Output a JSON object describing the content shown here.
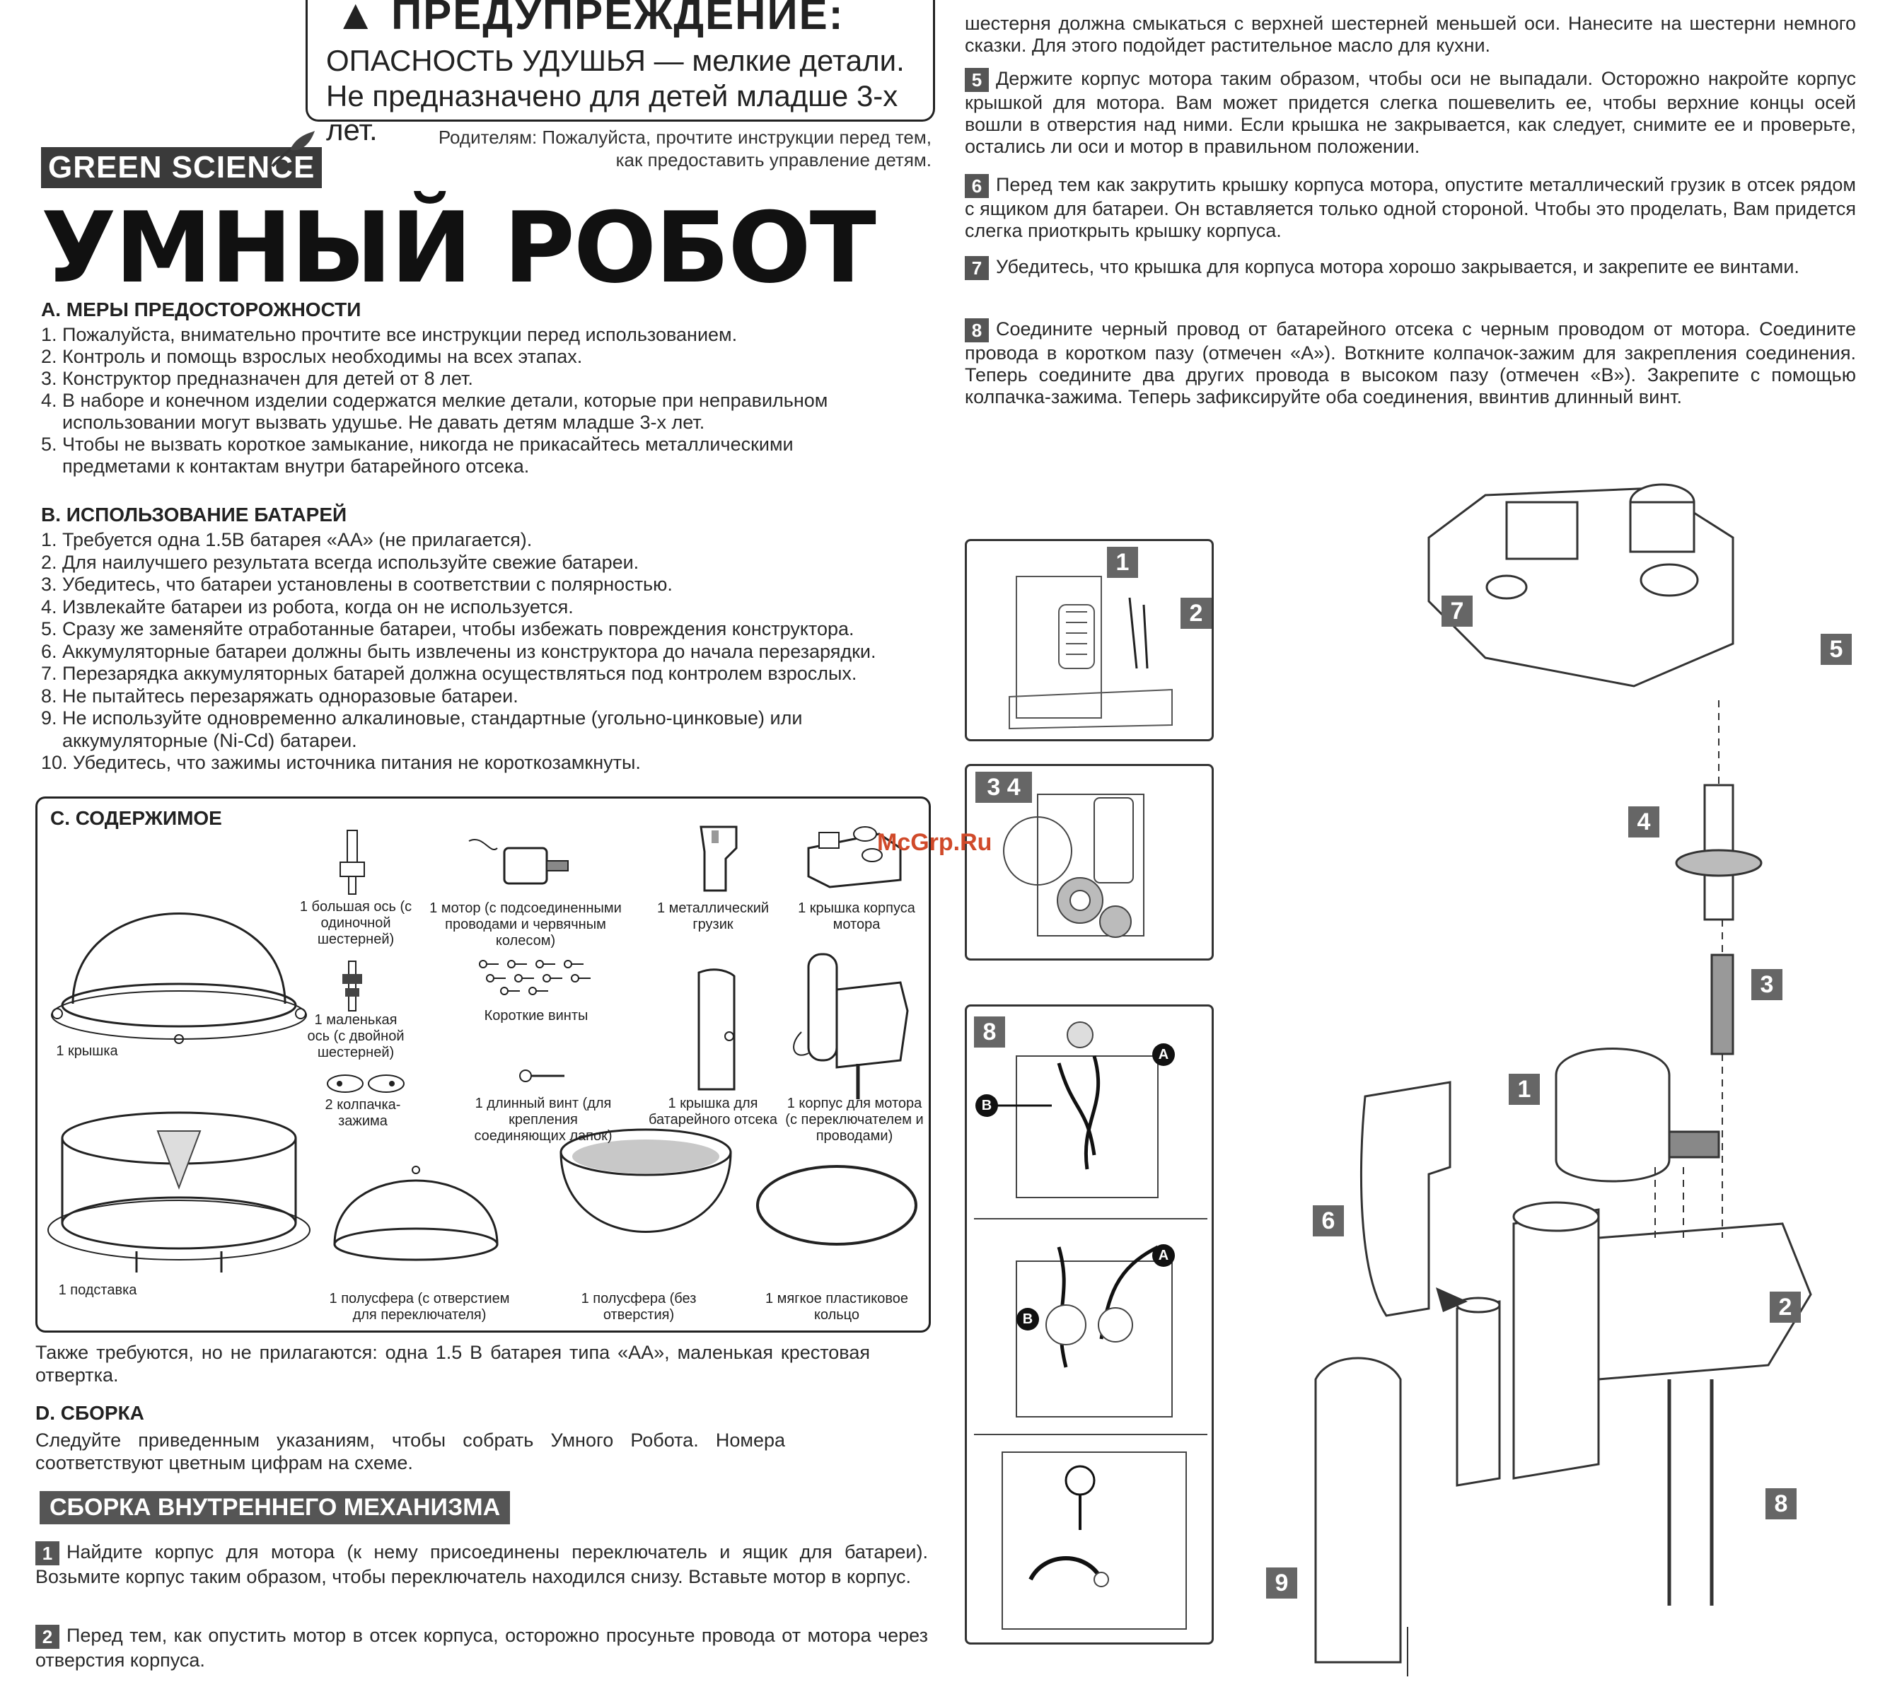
{
  "warning": {
    "title": "ПРЕДУПРЕЖДЕНИЕ:",
    "line1": "ОПАСНОСТЬ УДУШЬЯ — мелкие детали.",
    "line2": "Не предназначено для детей младше 3-х лет."
  },
  "parents_note": {
    "line1": "Родителям: Пожалуйста, прочтите инструкции перед тем,",
    "line2": "как предоставить управление детям."
  },
  "brand": "GREEN SCIENCE",
  "title": "УМНЫЙ РОБОТ",
  "section_a": {
    "heading": "A. МЕРЫ ПРЕДОСТОРОЖНОСТИ",
    "items": [
      "1. Пожалуйста, внимательно прочтите все инструкции перед использованием.",
      "2. Контроль и помощь взрослых необходимы на всех этапах.",
      "3. Конструктор предназначен для детей от 8 лет.",
      "4. В наборе и конечном изделии содержатся мелкие детали, которые при неправильном",
      "    использовании могут вызвать удушье. Не давать детям младше 3-х лет.",
      "5. Чтобы не вызвать короткое замыкание, никогда не прикасайтесь металлическими",
      "    предметами к контактам внутри батарейного отсека."
    ]
  },
  "section_b": {
    "heading": "B. ИСПОЛЬЗОВАНИЕ БАТАРЕЙ",
    "items": [
      "1. Требуется одна 1.5В батарея «АА» (не прилагается).",
      "2. Для наилучшего результата всегда используйте свежие батареи.",
      "3. Убедитесь, что батареи установлены в соответствии с полярностью.",
      "4. Извлекайте батареи из робота, когда он не используется.",
      "5. Сразу же заменяйте отработанные батареи, чтобы избежать повреждения конструктора.",
      "6. Аккумуляторные батареи должны быть извлечены из конструктора до начала перезарядки.",
      "7. Перезарядка аккумуляторных батарей должна осуществляться под контролем взрослых.",
      "8. Не пытайтесь перезаряжать одноразовые батареи.",
      "9. Не используйте одновременно алкалиновые, стандартные (угольно-цинковые) или",
      "    аккумуляторные (Ni-Cd) батареи.",
      "10. Убедитесь, что зажимы источника питания не короткозамкнуты."
    ]
  },
  "section_c": {
    "heading": "C. СОДЕРЖИМОЕ",
    "parts": {
      "lid": "1 крышка",
      "big_axle": "1 большая ось (с одиночной шестерней)",
      "motor": "1 мотор (с подсоединенными проводами и червячным колесом)",
      "weight": "1 металлический грузик",
      "motor_cover": "1 крышка корпуса мотора",
      "small_axle": "1 маленькая ось (с двойной шестерней)",
      "short_screws": "Короткие винты",
      "clips": "2 колпачка-зажима",
      "long_screw": "1 длинный винт (для крепления соединяющих лапок)",
      "battery_cover": "1 крышка для батарейного отсека",
      "motor_housing": "1 корпус для мотора (с переключателем и проводами)",
      "base": "1 подставка",
      "hemisphere_hole": "1 полусфера (с отверстием для переключателя)",
      "hemisphere": "1 полусфера (без отверстия)",
      "ring": "1 мягкое пластиковое кольцо"
    }
  },
  "also_required": "Также требуются, но не прилагаются: одна 1.5 В батарея типа «АА», маленькая крестовая отвертка.",
  "section_d": {
    "heading": "D. СБОРКА",
    "intro": "Следуйте приведенным указаниям, чтобы собрать Умного Робота. Номера соответствуют цветным цифрам на схеме.",
    "band": "СБОРКА ВНУТРЕННЕГО МЕХАНИЗМА",
    "step1_num": "1",
    "step1": "Найдите корпус для мотора (к нему присоединены переключатель и ящик для батареи). Возьмите корпус таким образом, чтобы переключатель находился снизу. Вставьте мотор в корпус.",
    "step2_num": "2",
    "step2": "Перед тем, как опустить мотор в отсек корпуса, осторожно просуньте провода от мотора через отверстия корпуса."
  },
  "right_column": {
    "intro": "шестерня должна смыкаться с верхней шестерней меньшей оси. Нанесите на шестерни немного сказки. Для этого подойдет растительное масло для кухни.",
    "step5_num": "5",
    "step5": "Держите корпус мотора таким образом, чтобы оси не выпадали. Осторожно накройте корпус крышкой для мотора. Вам может придется слегка пошевелить ее, чтобы верхние концы осей вошли в отверстия над ними. Если крышка не закрывается, как следует, снимите ее и проверьте, остались ли оси и мотор в правильном положении.",
    "step6_num": "6",
    "step6": "Перед тем как закрутить крышку корпуса мотора, опустите металлический грузик в отсек рядом с ящиком для батареи. Он вставляется только одной стороной. Чтобы это проделать, Вам придется слегка приоткрыть крышку корпуса.",
    "step7_num": "7",
    "step7": "Убедитесь, что крышка для корпуса мотора хорошо закрывается, и закрепите ее винтами.",
    "step8_num": "8",
    "step8": "Соедините черный провод от батарейного отсека с черным проводом от мотора. Соедините провода в коротком пазу (отмечен «А»). Воткните колпачок-зажим для закрепления соединения. Теперь соедините два других провода в высоком пазу (отмечен «В»). Закрепите с помощью колпачка-зажима. Теперь зафиксируйте оба соединения, ввинтив длинный винт."
  },
  "diagram_labels": {
    "n1": "1",
    "n2": "2",
    "n3": "3",
    "n4": "4",
    "n5": "5",
    "n6": "6",
    "n7": "7",
    "n8": "8",
    "n9": "9",
    "a": "A",
    "b": "B",
    "panel_34": "3 4"
  },
  "watermark": "McGrp.Ru",
  "colors": {
    "ink": "#1a1a1a",
    "label_bg": "#666666",
    "watermark": "#d04a2a"
  }
}
